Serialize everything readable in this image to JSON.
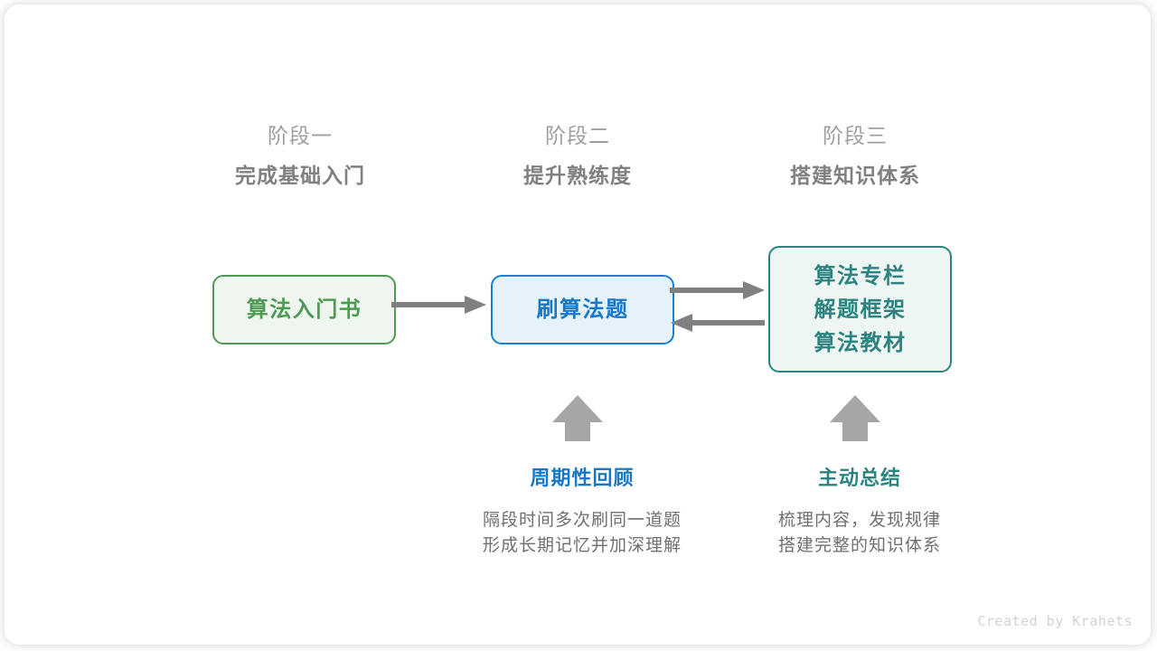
{
  "stages": [
    {
      "sub": "阶段一",
      "title": "完成基础入门"
    },
    {
      "sub": "阶段二",
      "title": "提升熟练度"
    },
    {
      "sub": "阶段三",
      "title": "搭建知识体系"
    }
  ],
  "nodes": {
    "book": {
      "lines": [
        "算法入门书"
      ],
      "border_color": "#4f9a52",
      "fill_color": "#eff6ef",
      "text_color": "#4f9a52"
    },
    "practice": {
      "lines": [
        "刷算法题"
      ],
      "border_color": "#1a81d2",
      "fill_color": "#e5f2fc",
      "text_color": "#1878c8"
    },
    "resources": {
      "lines": [
        "算法专栏",
        "解题框架",
        "算法教材"
      ],
      "border_color": "#2c8481",
      "fill_color": "#eef6f4",
      "text_color": "#2c8481"
    }
  },
  "arrows": {
    "color": "#808080",
    "items": [
      {
        "name": "book-to-practice",
        "direction": "right"
      },
      {
        "name": "practice-to-resources",
        "direction": "right"
      },
      {
        "name": "resources-to-practice",
        "direction": "left"
      },
      {
        "name": "review-up",
        "direction": "up"
      },
      {
        "name": "summary-up",
        "direction": "up"
      }
    ]
  },
  "annotations": [
    {
      "key": "review",
      "title": "周期性回顾",
      "color": "#1878c8",
      "body": [
        "隔段时间多次刷同一道题",
        "形成长期记忆并加深理解"
      ]
    },
    {
      "key": "summary",
      "title": "主动总结",
      "color": "#2c8481",
      "body": [
        "梳理内容，发现规律",
        "搭建完整的知识体系"
      ]
    }
  ],
  "credit": "Created by Krahets"
}
